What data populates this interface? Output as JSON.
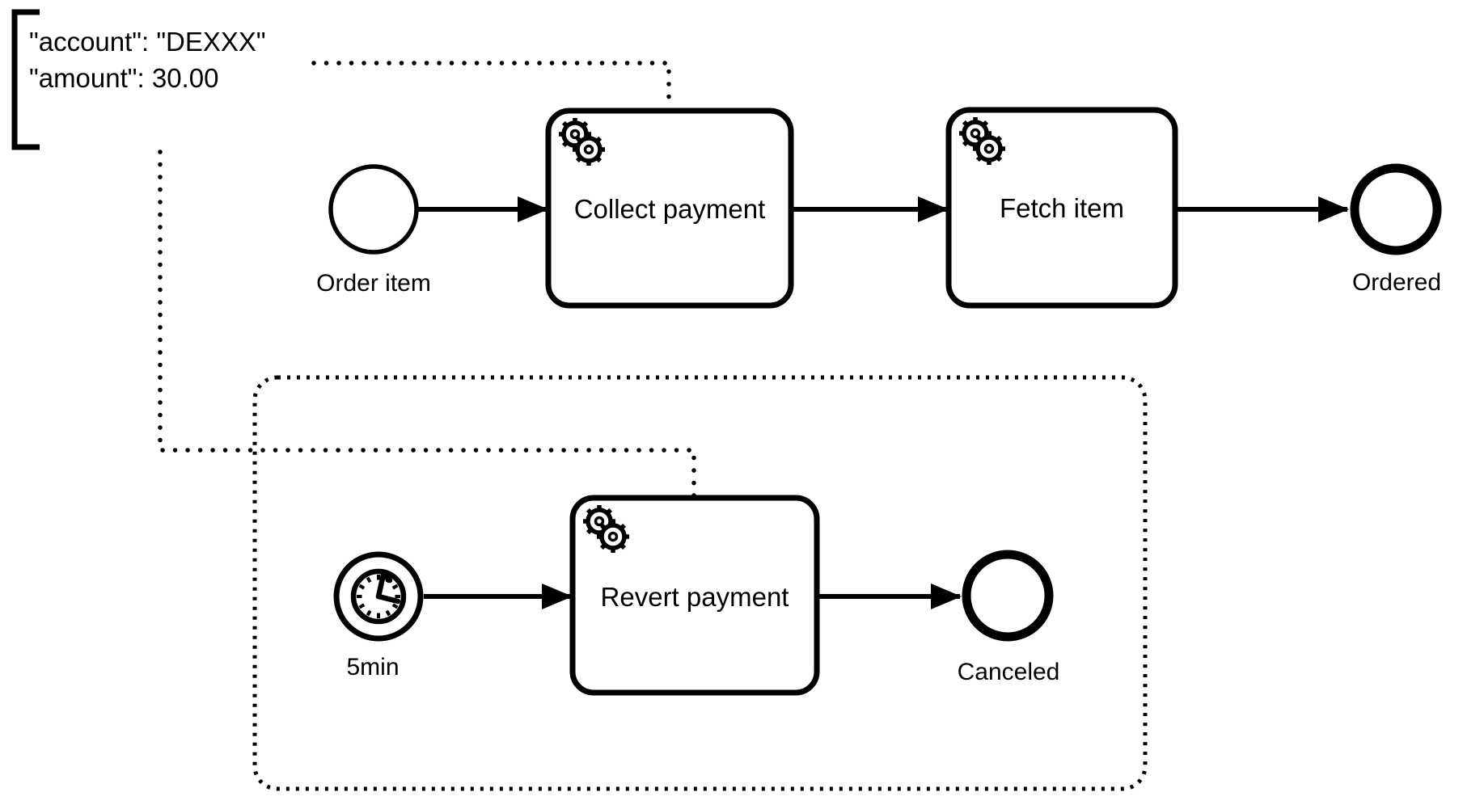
{
  "diagram": {
    "type": "BPMN process diagram",
    "colors": {
      "stroke": "#000000",
      "background": "#ffffff"
    }
  },
  "annotation": {
    "lines": [
      "\"account\": \"DEXXX\"",
      "\"amount\": 30.00"
    ]
  },
  "main_flow": {
    "start_event": {
      "label": "Order item"
    },
    "task_collect_payment": {
      "label": "Collect payment",
      "icon": "service-gears-icon"
    },
    "task_fetch_item": {
      "label": "Fetch item",
      "icon": "service-gears-icon"
    },
    "end_event": {
      "label": "Ordered"
    }
  },
  "event_subprocess": {
    "timer_start_event": {
      "label": "5min",
      "icon": "clock-icon"
    },
    "task_revert_payment": {
      "label": "Revert payment",
      "icon": "service-gears-icon"
    },
    "end_event": {
      "label": "Canceled"
    }
  }
}
